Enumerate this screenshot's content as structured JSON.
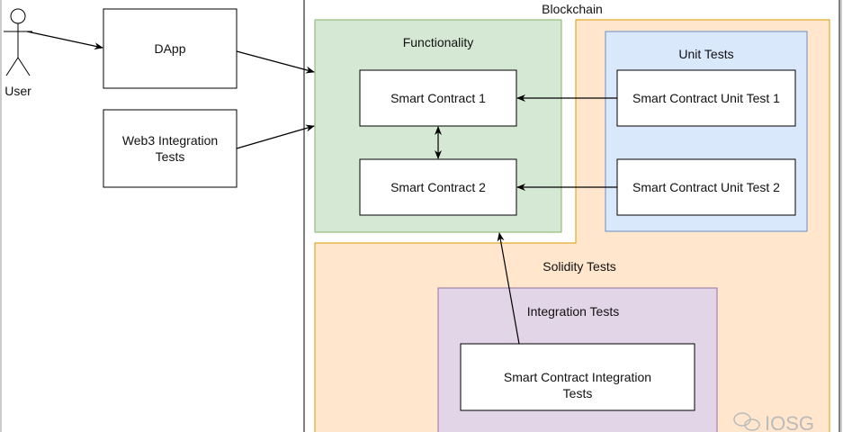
{
  "actor": {
    "label": "User"
  },
  "external": {
    "dapp": "DApp",
    "web3_line1": "Web3 Integration",
    "web3_line2": "Tests"
  },
  "blockchain": {
    "label": "Blockchain"
  },
  "functionality": {
    "label": "Functionality",
    "contract1": "Smart Contract 1",
    "contract2": "Smart Contract 2"
  },
  "solidity_tests": {
    "label": "Solidity Tests"
  },
  "unit_tests": {
    "label": "Unit Tests",
    "test1": "Smart Contract Unit Test 1",
    "test2": "Smart Contract Unit Test 2"
  },
  "integration_tests": {
    "label": "Integration Tests",
    "box_line1": "Smart Contract Integration",
    "box_line2": "Tests"
  },
  "watermark": {
    "text": "IOSG"
  },
  "colors": {
    "functionality_fill": "#d5e8d4",
    "functionality_stroke": "#82b366",
    "solidity_fill": "#ffe6cc",
    "solidity_stroke": "#d79b00",
    "unit_fill": "#dae8fc",
    "unit_stroke": "#6c8ebf",
    "integration_fill": "#e1d5e7",
    "integration_stroke": "#9673a6"
  }
}
